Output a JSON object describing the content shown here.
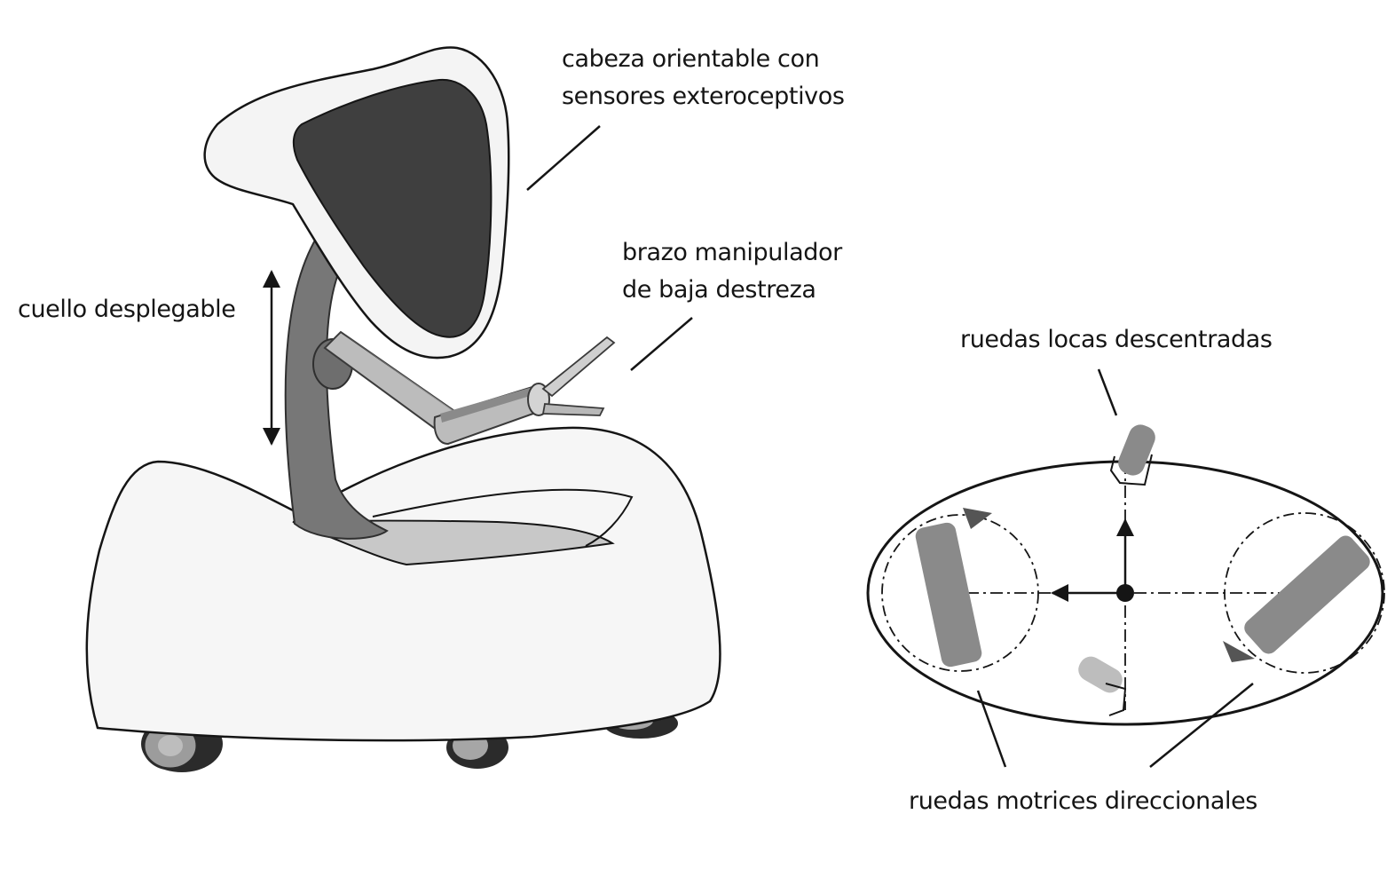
{
  "labels": {
    "head": [
      "cabeza orientable con",
      "sensores exteroceptivos"
    ],
    "arm": [
      "brazo manipulador",
      "de baja destreza"
    ],
    "neck": "cuello desplegable",
    "casters": "ruedas locas descentradas",
    "drive_wheels": "ruedas motrices direccionales"
  },
  "colors": {
    "ink": "#151515",
    "body_fill": "#f6f6f6",
    "dark_gray": "#3f3f3f",
    "mid_gray": "#8a8a8a",
    "light_gray": "#c4c4c4"
  }
}
